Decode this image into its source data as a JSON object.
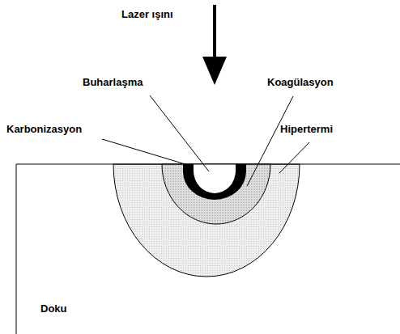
{
  "diagram": {
    "labels": [
      "Lazer ışını",
      "Buharlaşma",
      "Koagülasyon",
      "Karbonizasyon",
      "Hipertermi",
      "Doku"
    ]
  }
}
